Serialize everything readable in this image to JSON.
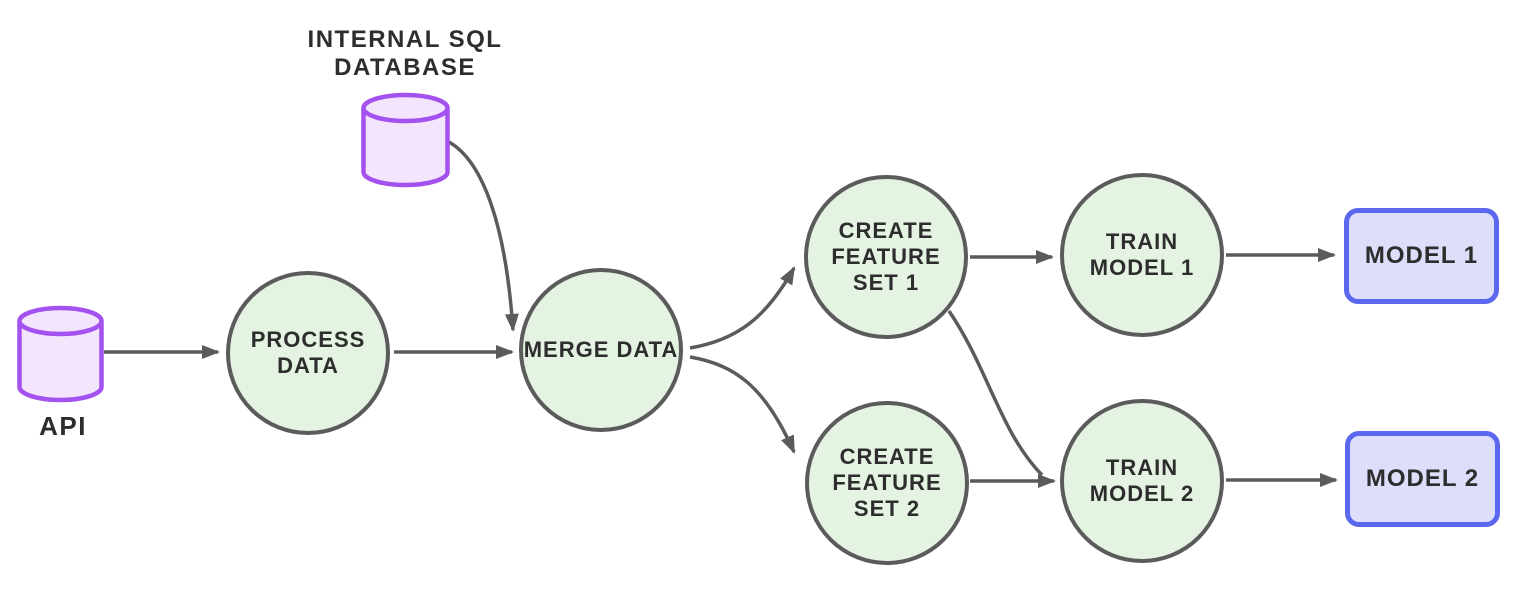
{
  "diagram_type": "ml-pipeline-flowchart",
  "nodes": {
    "api": {
      "label": "API",
      "shape": "database-cylinder"
    },
    "sql_db": {
      "label": "INTERNAL SQL\nDATABASE",
      "shape": "database-cylinder"
    },
    "process_data": {
      "label": "PROCESS\nDATA",
      "shape": "circle"
    },
    "merge_data": {
      "label": "MERGE DATA",
      "shape": "circle"
    },
    "create_feature_set_1": {
      "label": "CREATE\nFEATURE\nSET 1",
      "shape": "circle"
    },
    "create_feature_set_2": {
      "label": "CREATE\nFEATURE\nSET 2",
      "shape": "circle"
    },
    "train_model_1": {
      "label": "TRAIN\nMODEL 1",
      "shape": "circle"
    },
    "train_model_2": {
      "label": "TRAIN\nMODEL 2",
      "shape": "circle"
    },
    "model_1": {
      "label": "MODEL 1",
      "shape": "rounded-rect"
    },
    "model_2": {
      "label": "MODEL 2",
      "shape": "rounded-rect"
    }
  },
  "edges": [
    {
      "from": "api",
      "to": "process_data"
    },
    {
      "from": "sql_db",
      "to": "merge_data"
    },
    {
      "from": "process_data",
      "to": "merge_data"
    },
    {
      "from": "merge_data",
      "to": "create_feature_set_1"
    },
    {
      "from": "merge_data",
      "to": "create_feature_set_2"
    },
    {
      "from": "create_feature_set_1",
      "to": "train_model_1"
    },
    {
      "from": "create_feature_set_1",
      "to": "train_model_2"
    },
    {
      "from": "create_feature_set_2",
      "to": "train_model_2"
    },
    {
      "from": "train_model_1",
      "to": "model_1"
    },
    {
      "from": "train_model_2",
      "to": "model_2"
    }
  ],
  "colors": {
    "process_fill": "#e4f3e2",
    "process_stroke": "#5b5b5b",
    "database_fill": "#f3e6fc",
    "database_stroke": "#a352f0",
    "output_fill": "#dcdefa",
    "output_stroke": "#5b67ee",
    "edge_stroke": "#5b5b5b",
    "text": "#2d2d2d",
    "background": "#ffffff"
  }
}
